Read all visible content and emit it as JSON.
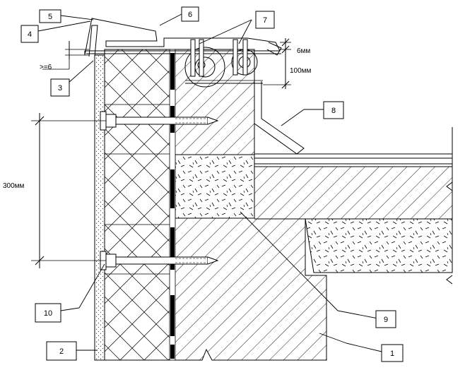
{
  "callouts": [
    "1",
    "2",
    "3",
    "4",
    "5",
    "6",
    "7",
    "8",
    "9",
    "10"
  ],
  "dimensions": {
    "gap": ">=6",
    "cap_gap": "6мм",
    "fastener_depth": "100мм",
    "anchor_spacing": "300мм"
  },
  "colors": {
    "line": "#000000",
    "background": "#ffffff"
  }
}
